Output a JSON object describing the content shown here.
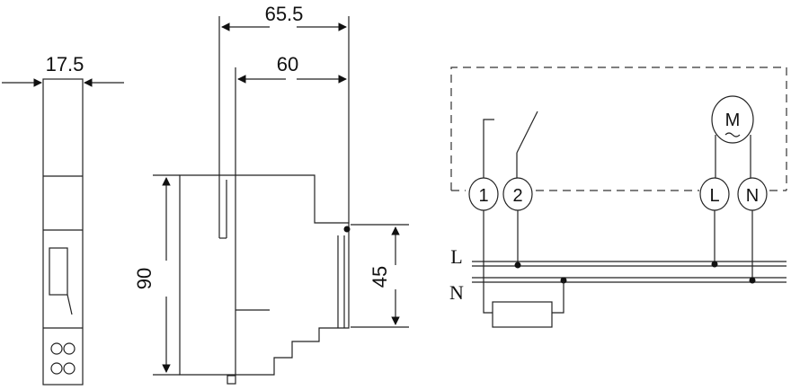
{
  "dimensions": {
    "front_width": "17.5",
    "depth_total": "65.5",
    "depth_body": "60",
    "height_total": "90",
    "height_front": "45"
  },
  "terminals": {
    "t1": "1",
    "t2": "2",
    "tl": "L",
    "tn": "N",
    "motor": "M"
  },
  "rails": {
    "line": "L",
    "neutral": "N"
  }
}
